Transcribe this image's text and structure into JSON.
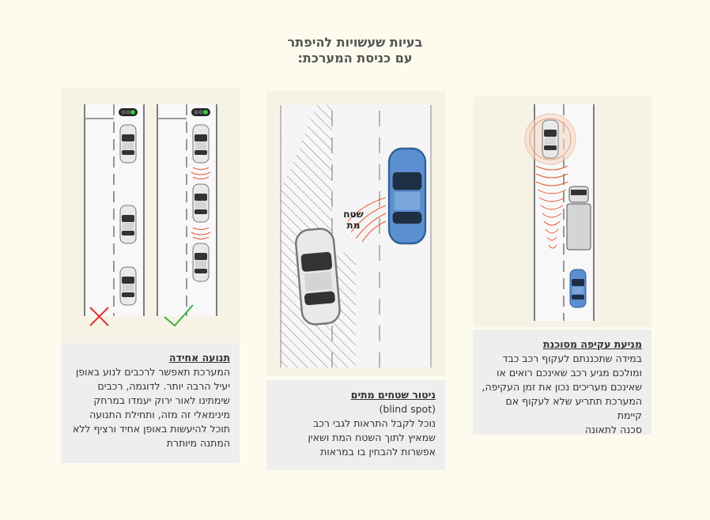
{
  "title": {
    "line1": "בעיות שעשויות להיפתר",
    "line2": "עם כניסת המערכת:"
  },
  "panels": [
    {
      "heading": "מניעת עקיפה מסוכנת",
      "lines": [
        "במידה שתכננתם לעקוף רכב כבד",
        "ומולכם מגיע רכב שאינכם רואים או",
        "שאינכם מעריכים נכון את זמן העקיפה,",
        "המערכת תתריע שלא לעקוף אם קיימת",
        "סכנה לתאונה"
      ]
    },
    {
      "heading": "ניטור שטחים מתים",
      "lines": [
        "(blind spot)",
        "נוכל לקבל התראות לגבי רכב",
        "שמאיץ לתוך השטח המת ושאין",
        "אפשרות להבחין בו במראות"
      ],
      "blind_label_1": "שטח",
      "blind_label_2": "מת"
    },
    {
      "heading": "תנועה אחידה",
      "lines": [
        "המערכת תאפשר לרכבים לנוע באופן",
        "יעיל הרבה יותר. לדוגמה, רכבים",
        "שימתינו לאור ירוק יעמדו במרחק",
        "מינימאלי זה מזה, ותחילת התנועה",
        "תוכל להיעשות באופן אחיד ורציף ללא",
        "המתנה מיותרת"
      ]
    }
  ],
  "colors": {
    "background": "#fdfbee",
    "warning_red": "#e8593a",
    "blue_car": "#5b8fd0",
    "ok_green": "#3fae3f",
    "wrong_red": "#e03030"
  }
}
